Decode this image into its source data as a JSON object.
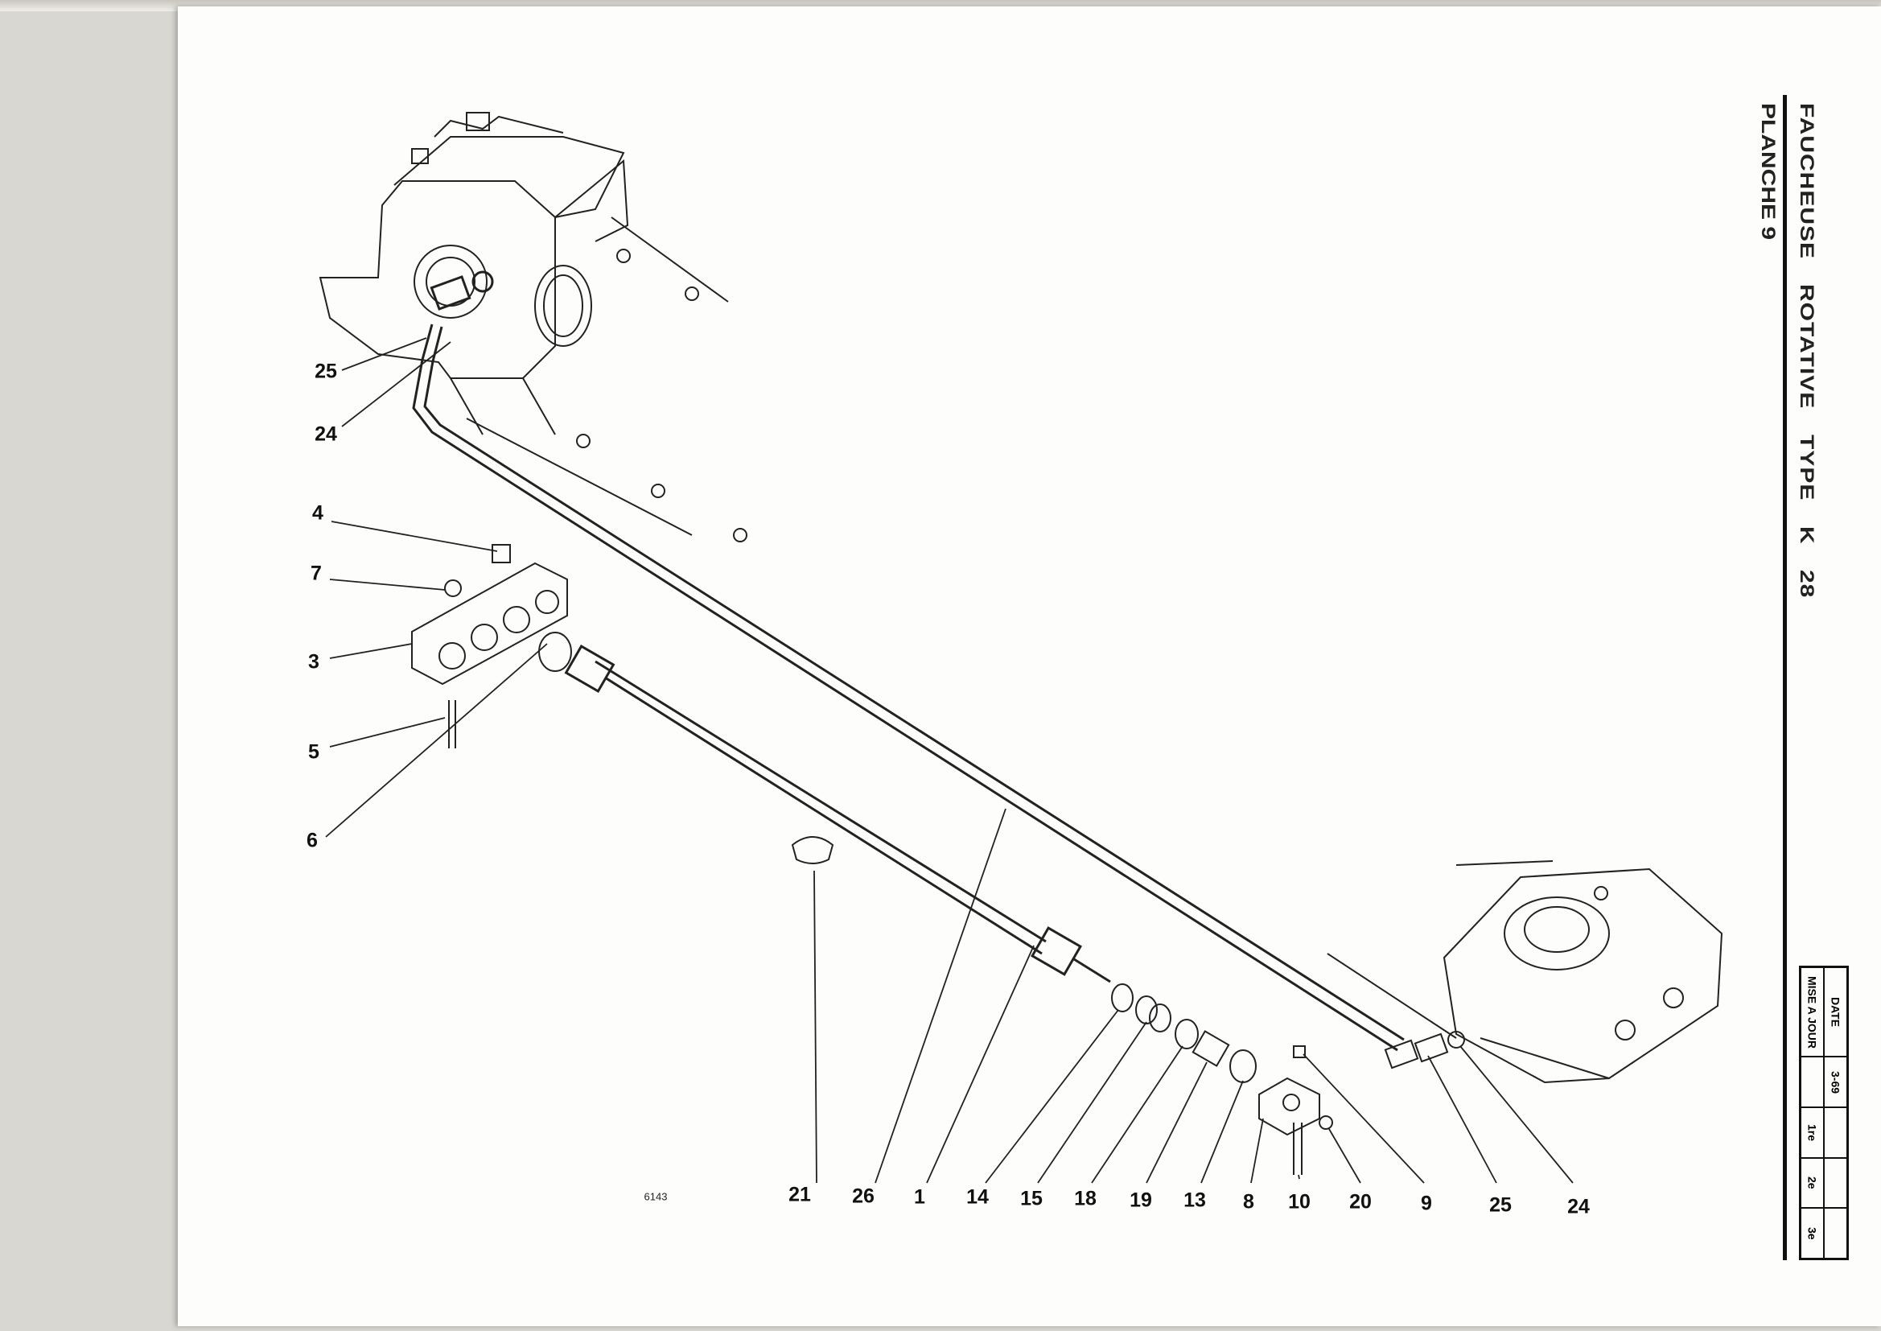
{
  "title": "FAUCHEUSE ROTATIVE TYPE K 28",
  "title_words": [
    "FAUCHEUSE",
    "ROTATIVE",
    "TYPE",
    "K",
    "28"
  ],
  "subtitle": "PLANCHE 9",
  "drawing_number": "6143",
  "update_table": {
    "header": "MISE A JOUR",
    "date_label": "DATE",
    "date_value": "3-69",
    "revisions": [
      "1re",
      "2e",
      "3e"
    ]
  },
  "part_labels": {
    "left": [
      "25",
      "24",
      "4",
      "7",
      "3",
      "5",
      "6"
    ],
    "bottom": [
      "21",
      "26",
      "1",
      "14",
      "15",
      "18",
      "19",
      "13",
      "8",
      "10",
      "20",
      "9",
      "25",
      "24"
    ]
  }
}
